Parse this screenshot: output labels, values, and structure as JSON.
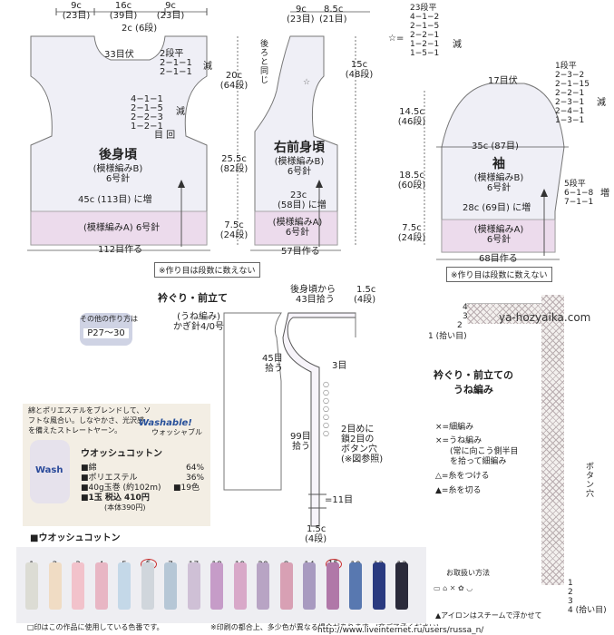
{
  "back": {
    "top_w1": "9c",
    "top_w1s": "(23目)",
    "top_mid": "16c",
    "top_mids": "(39目)",
    "top_w3": "9c",
    "top_w3s": "(23目)",
    "neck": "2c (6段)",
    "neck_bind": "33目伏",
    "dec1": "2段平",
    "dec2": "2−1−1",
    "dec3": "2−1−1",
    "dec_label": "減",
    "arm": [
      "4−1−1",
      "2−1−5",
      "2−2−3",
      "1−2−1"
    ],
    "arm_end": "目 回",
    "arm_dec": "減",
    "title": "後身頃",
    "pattern": "(模様編みB)",
    "needle": "6号針",
    "inc": "45c (113目) に増",
    "rib": "(模様編みA) 6号針",
    "bottom": "112目作る",
    "h1": "20c",
    "h1s": "(64段)",
    "h2": "25.5c",
    "h2s": "(82段)",
    "h3": "7.5c",
    "h3s": "(24段)"
  },
  "front": {
    "top1": "9c",
    "top2": "8.5c",
    "top1s": "(23目)",
    "top2s": "(21目)",
    "side": "後ろと同じ",
    "h1": "15c",
    "h1s": "(48段)",
    "title": "右前身頃",
    "pattern": "(模様編みB)",
    "needle": "6号針",
    "inc": "23c",
    "incs": "(58目) に増",
    "rib": "(模様編みA)",
    "ribn": "6号針",
    "bottom": "57目作る",
    "h2": "14.5c",
    "h2s": "(46段)",
    "h3": "18.5c",
    "h3s": "(60段)",
    "h4": "7.5c",
    "h4s": "(24段)"
  },
  "sleeve": {
    "star": "☆=",
    "st": [
      "23段平",
      "4−1−2",
      "2−1−5",
      "2−2−1",
      "1−2−1",
      "1−5−1"
    ],
    "st_dec": "減",
    "top": "17目伏",
    "r": [
      "1段平",
      "2−3−2",
      "2−1−15",
      "2−2−1",
      "2−3−1",
      "2−4−1",
      "1−3−1"
    ],
    "r_dec": "減",
    "w": "35c (87目)",
    "title": "袖",
    "pattern": "(模様編みB)",
    "needle": "6号針",
    "inc": "28c (69目) に増",
    "side": [
      "5段平",
      "6−1−8",
      "7−1−1"
    ],
    "side_inc": "増",
    "rib": "(模様編みA)",
    "ribn": "6号針",
    "bottom": "68目作る"
  },
  "note1": "※作り目は段数に数えない",
  "note2": "※作り目は段数に数えない",
  "collar": {
    "title": "衿ぐり・前立て",
    "sub": "(うね編み)",
    "hook": "かぎ針4/0号",
    "pick_top1": "後身頃から",
    "pick_top2": "43目拾う",
    "w_top": "1.5c",
    "w_tops": "(4段)",
    "p45": "45目",
    "p45b": "拾う",
    "p3": "3目",
    "p99": "99目",
    "p99b": "拾う",
    "btn1": "2目めに",
    "btn2": "鎖2目の",
    "btn3": "ボタン穴",
    "btn4": "(※図参照)",
    "p11": "=11目",
    "w_bot": "1.5c",
    "w_bots": "(4段)"
  },
  "ref": {
    "l1": "その他の作り方は",
    "l2": "P27〜30"
  },
  "chart": {
    "rows": [
      "4",
      "3",
      "2",
      "1 (拾い目)"
    ],
    "url": "ya-hozyaika.com",
    "title1": "衿ぐり・前立ての",
    "title2": "うね編み",
    "l1": "×=細編み",
    "l2": "×=うね編み",
    "l3": "(常に向こう側半目",
    "l4": "を拾って細編み",
    "l5": "△=糸をつける",
    "l6": "▲=糸を切る",
    "btn": "ボタン穴",
    "brow": [
      "1",
      "2",
      "3",
      "4 (拾い目)"
    ]
  },
  "yarn": {
    "desc1": "綿とポリエステルをブレンドして、ソ",
    "desc2": "フトな風合い。しなやかさ、光沢感",
    "desc3": "を備えたストレートヤーン。",
    "badge": "Washable!",
    "badge2": "ウォッシャブル",
    "name": "ウオッシュコットン",
    "logo": "Wash",
    "c1": "■綿",
    "c1v": "64%",
    "c2": "■ポリエステル",
    "c2v": "36%",
    "c3": "■40g玉巻 (約102m)",
    "c3v": "■19色",
    "c4": "■1玉 税込 410円",
    "c5": "(本体390円)"
  },
  "palette": {
    "title": "■ウオッシュコットン",
    "nums": [
      "1",
      "2",
      "3",
      "4",
      "5",
      "6",
      "7",
      "17",
      "18",
      "19",
      "20",
      "8",
      "14",
      "15",
      "10",
      "12",
      "13"
    ],
    "circled": [
      "6",
      "15"
    ],
    "colors": [
      "#dcdcd4",
      "#f0dcc4",
      "#f2c2cb",
      "#e8b6c4",
      "#c4d8e8",
      "#d0d6dc",
      "#b6c7d6",
      "#cfc0d6",
      "#c69cc8",
      "#d8a8c8",
      "#b8a4c4",
      "#d8a0b4",
      "#a89ac0",
      "#b078a8",
      "#5878b0",
      "#2a3a80",
      "#2a2a3a"
    ],
    "care": "お取扱い方法",
    "care2": "▲アイロンはスチームで浮かせて",
    "foot": "□印はこの作品に使用している色番です。",
    "foot2": "※印刷の都合上、多少色が異なる場合があります。(商ご了承ください)"
  },
  "credit": "http://www.liveinternet.ru/users/russa_n/"
}
